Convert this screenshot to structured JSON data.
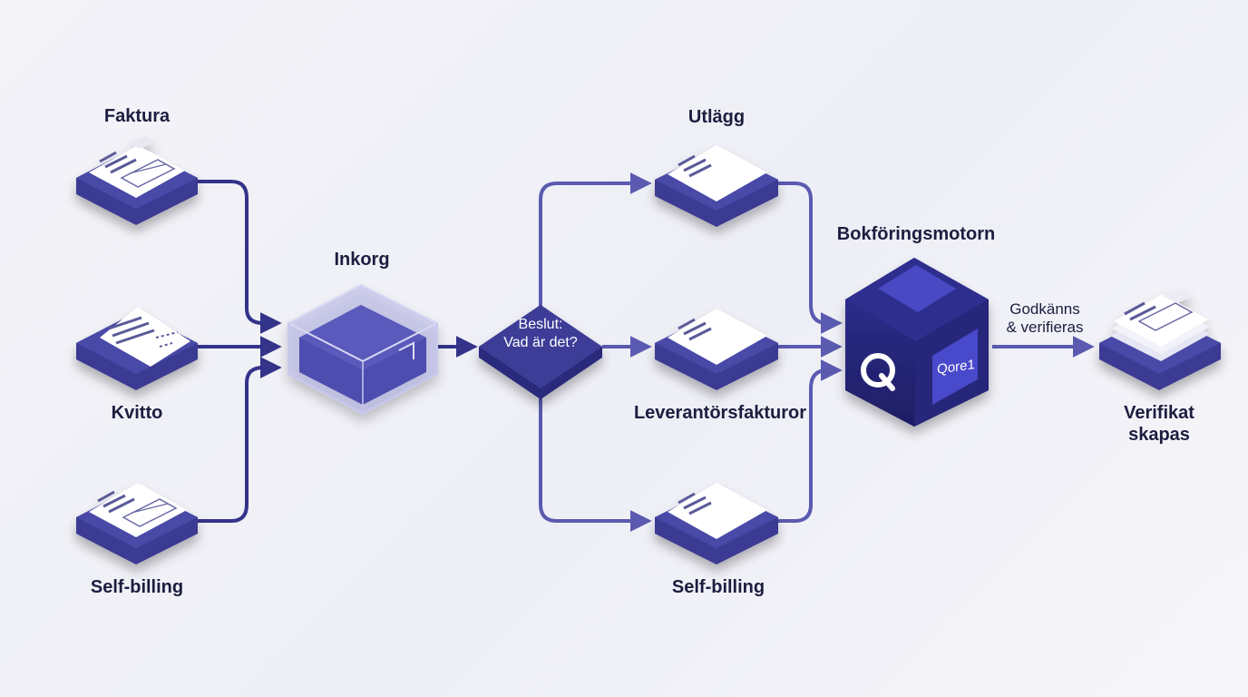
{
  "colors": {
    "primary": "#3a3aa0",
    "primary_dark": "#2a2a7a",
    "primary_light": "#6060b8",
    "connector": "#5a5ab0",
    "background": "#f3f3f8",
    "text": "#1d1d3f"
  },
  "inputs": {
    "faktura": {
      "label": "Faktura",
      "icon": "invoice-document-icon"
    },
    "kvitto": {
      "label": "Kvitto",
      "icon": "receipt-icon"
    },
    "self_billing": {
      "label": "Self-billing",
      "icon": "self-billing-document-icon"
    }
  },
  "inbox": {
    "label": "Inkorg",
    "icon": "inbox-tray-icon"
  },
  "decision": {
    "line1": "Beslut:",
    "line2": "Vad är det?"
  },
  "outputs": {
    "utlagg": {
      "label": "Utlägg",
      "icon": "document-icon"
    },
    "leverantorsfakturor": {
      "label": "Leverantörsfakturor",
      "icon": "document-icon"
    },
    "self_billing": {
      "label": "Self-billing",
      "icon": "document-icon"
    }
  },
  "engine": {
    "label": "Bokföringsmotorn",
    "logo_letter": "Q",
    "brand": "Qore1",
    "icon": "accounting-engine-cube-icon"
  },
  "approval_note": {
    "line1": "Godkänns",
    "line2": "& verifieras"
  },
  "result": {
    "line1": "Verifikat",
    "line2": "skapas",
    "icon": "verification-stack-icon"
  }
}
